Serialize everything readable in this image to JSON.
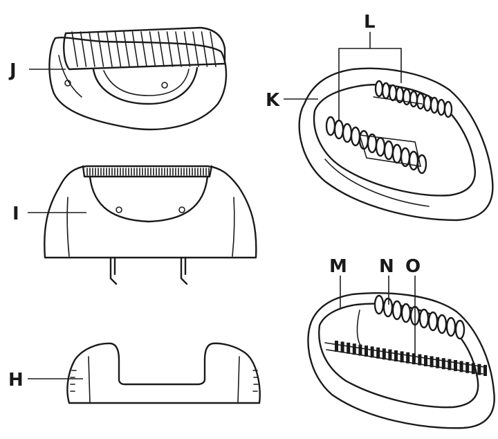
{
  "labels": {
    "j": "J",
    "k": "K",
    "l": "L",
    "i": "I",
    "m": "M",
    "n": "N",
    "o": "O",
    "h": "H"
  },
  "parts": [
    "J",
    "K",
    "L",
    "I",
    "M",
    "N",
    "O",
    "H"
  ]
}
